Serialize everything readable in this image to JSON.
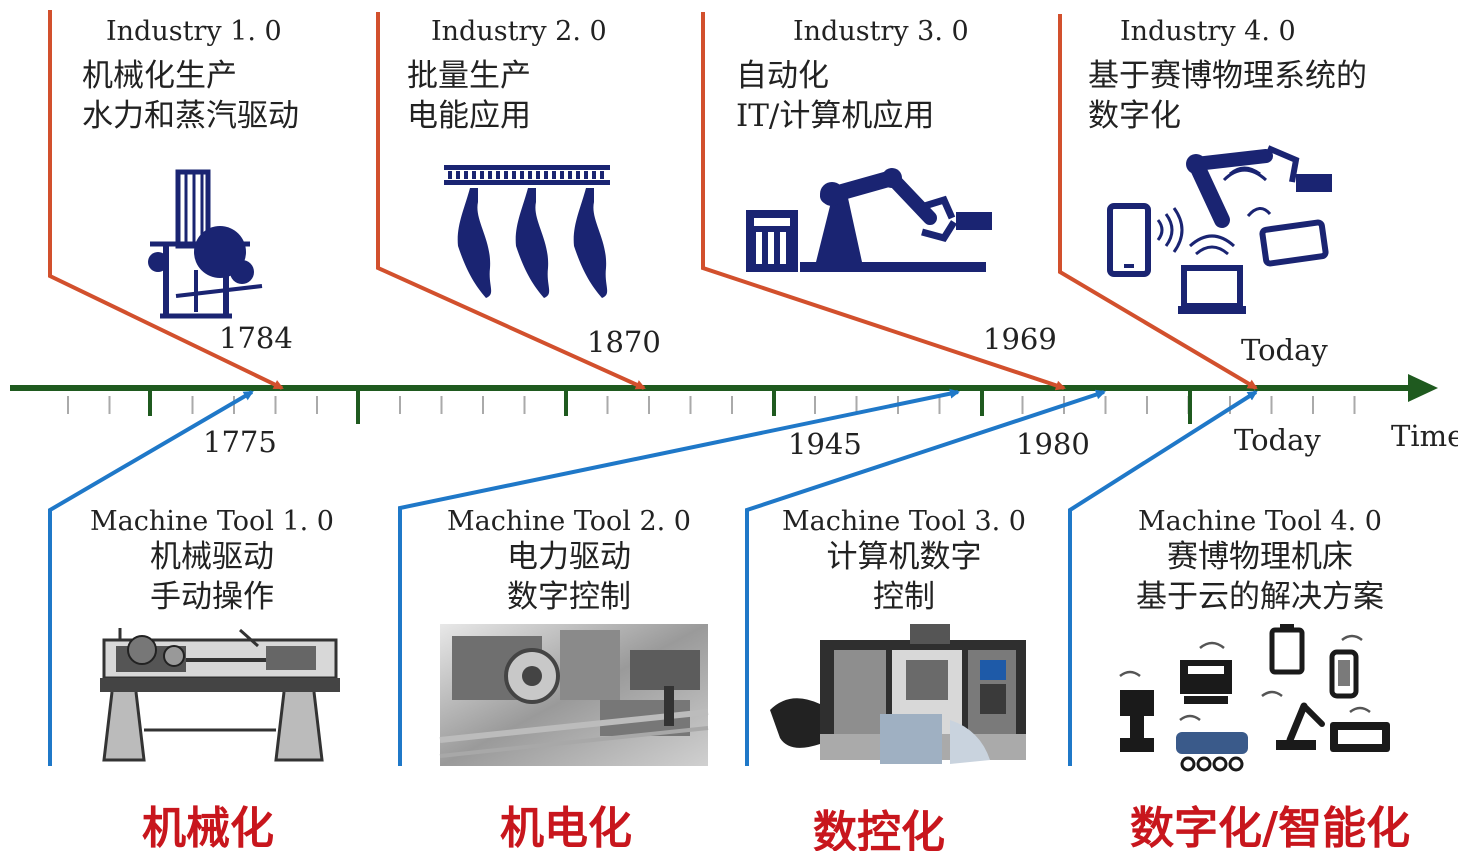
{
  "colors": {
    "timeline": "#1f5a1f",
    "industry_arrow": "#d2502d",
    "machine_tool_arrow": "#1f78c8",
    "icon": "#1a2472",
    "stage_label": "#c8161d"
  },
  "timeline": {
    "axis_label": "Time"
  },
  "industry": [
    {
      "title": "Industry 1. 0",
      "lines": [
        "机械化生产",
        "水力和蒸汽驱动"
      ],
      "year": "1784",
      "icon": "steam-loom-icon"
    },
    {
      "title": "Industry 2. 0",
      "lines": [
        "批量生产",
        "电能应用"
      ],
      "year": "1870",
      "icon": "assembly-line-icon"
    },
    {
      "title": "Industry 3. 0",
      "lines": [
        "自动化",
        "IT/计算机应用"
      ],
      "year": "1969",
      "icon": "robot-arm-icon"
    },
    {
      "title": "Industry 4. 0",
      "lines": [
        "基于赛博物理系统的",
        "数字化"
      ],
      "year": "Today",
      "icon": "connected-devices-icon"
    }
  ],
  "machine_tool": [
    {
      "title": "Machine Tool 1. 0",
      "lines": [
        "机械驱动",
        "手动操作"
      ],
      "year": "1775",
      "image": "manual-lathe-image"
    },
    {
      "title": "Machine Tool 2. 0",
      "lines": [
        "电力驱动",
        "数字控制"
      ],
      "year": "1945",
      "image": "electric-factory-image"
    },
    {
      "title": "Machine Tool 3. 0",
      "lines": [
        "计算机数字",
        "控制"
      ],
      "year": "1980",
      "image": "cnc-machine-image"
    },
    {
      "title": "Machine Tool 4. 0",
      "lines": [
        "赛博物理机床",
        "基于云的解决方案"
      ],
      "year": "Today",
      "image": "cyber-physical-machines-icon"
    }
  ],
  "stages": [
    "机械化",
    "机电化",
    "数控化",
    "数字化/智能化"
  ]
}
